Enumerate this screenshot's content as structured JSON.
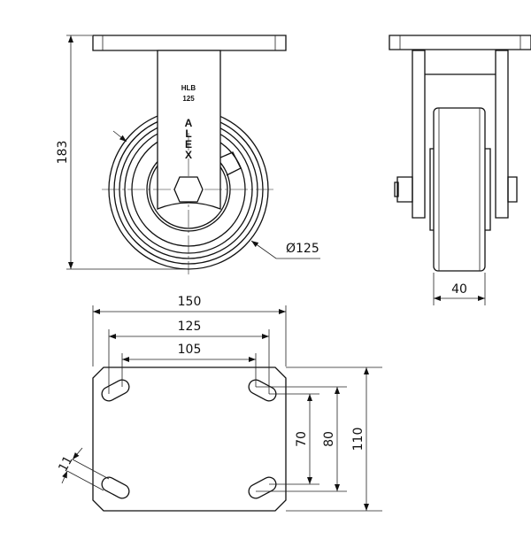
{
  "views": {
    "front": {
      "marking_model": "HLB",
      "marking_size": "125",
      "logo_letters": [
        "A",
        "L",
        "E",
        "X"
      ],
      "dim_height": "183",
      "dim_wheel_diameter": "Ø125"
    },
    "side": {
      "dim_wheel_width": "40"
    },
    "plate": {
      "dim_plate_length": "150",
      "dim_hole_outer": "125",
      "dim_hole_inner": "105",
      "dim_hole_inner_v": "70",
      "dim_hole_outer_v": "80",
      "dim_plate_width": "110",
      "dim_slot_width": "11"
    }
  }
}
